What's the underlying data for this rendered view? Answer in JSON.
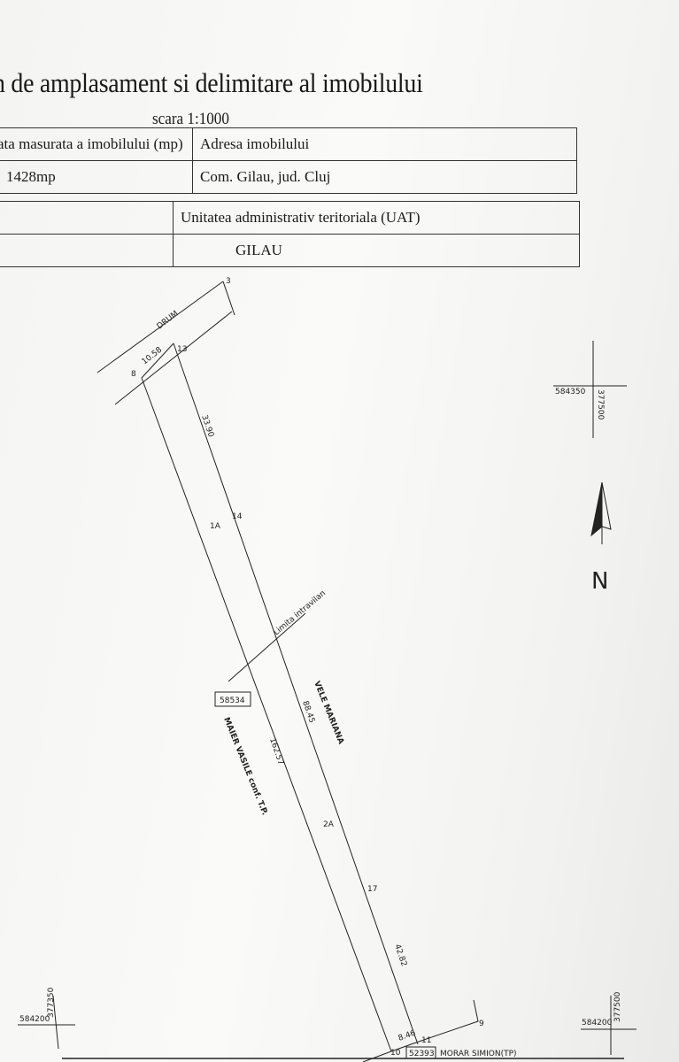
{
  "header": {
    "title": "n de amplasament si delimitare al imobilului",
    "scale": "scara 1:1000"
  },
  "table1": {
    "col1_header": "ata masurata a imobilului (mp)",
    "col2_header": "Adresa imobilului",
    "col1_value": "1428mp",
    "col2_value": "Com. Gilau, jud. Cluj"
  },
  "table2": {
    "col2_header": "Unitatea administrativ teritoriala (UAT)",
    "col2_value": "GILAU"
  },
  "plan": {
    "road_label": "DRUM",
    "road_width": "10.58",
    "points": {
      "p3": "3",
      "p8": "8",
      "p13": "13",
      "p14": "14",
      "p17": "17",
      "p10": "10",
      "p11": "11",
      "p9": "9"
    },
    "distances": {
      "d13_14": "33.90",
      "d14_17": "88.45",
      "d8_10": "162.57",
      "d17_11": "42.82",
      "d10_11": "8.46"
    },
    "parcels": {
      "a": "1A",
      "b": "2A"
    },
    "limit_label": "Limita intravilan",
    "parcel_id": "58534",
    "neighbor_west": "MAIER VASILE conf. T.P.",
    "neighbor_east": "VELE MARIANA",
    "south_parcel_id": "52393",
    "neighbor_south": "MORAR SIMION(TP)",
    "north_label": "N",
    "grid": {
      "top_right_x": "584350",
      "top_right_y": "377500",
      "bottom_left_x": "584200",
      "bottom_left_y": "377350",
      "bottom_right_x": "584200",
      "bottom_right_y": "377500"
    }
  }
}
